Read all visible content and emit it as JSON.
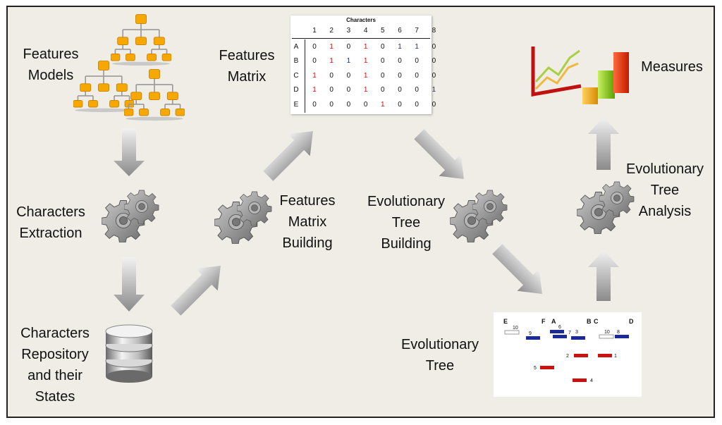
{
  "labels": {
    "features_models": "Features\nModels",
    "features_matrix": "Features\nMatrix",
    "measures": "Measures",
    "characters_extraction": "Characters\nExtraction",
    "features_matrix_building": "Features\nMatrix\nBuilding",
    "evolutionary_tree_building": "Evolutionary\nTree\nBuilding",
    "evolutionary_tree_analysis": "Evolutionary\nTree\nAnalysis",
    "characters_repository": "Characters\nRepository\nand their\nStates",
    "evolutionary_tree": "Evolutionary\nTree"
  },
  "matrix": {
    "title": "Characters",
    "columns": [
      "1",
      "2",
      "3",
      "4",
      "5",
      "6",
      "7",
      "8"
    ],
    "rows": [
      {
        "name": "A",
        "values": [
          "0",
          "1",
          "0",
          "1",
          "0",
          "1",
          "1",
          "0"
        ],
        "colors": [
          "k",
          "r",
          "k",
          "r",
          "k",
          "b",
          "b",
          "k"
        ]
      },
      {
        "name": "B",
        "values": [
          "0",
          "1",
          "1",
          "1",
          "0",
          "0",
          "0",
          "0"
        ],
        "colors": [
          "k",
          "r",
          "b",
          "r",
          "k",
          "k",
          "k",
          "k"
        ]
      },
      {
        "name": "C",
        "values": [
          "1",
          "0",
          "0",
          "1",
          "0",
          "0",
          "0",
          "0"
        ],
        "colors": [
          "r",
          "k",
          "k",
          "r",
          "k",
          "k",
          "k",
          "k"
        ]
      },
      {
        "name": "D",
        "values": [
          "1",
          "0",
          "0",
          "1",
          "0",
          "0",
          "0",
          "1"
        ],
        "colors": [
          "r",
          "k",
          "k",
          "r",
          "k",
          "k",
          "k",
          "b"
        ]
      },
      {
        "name": "E",
        "values": [
          "0",
          "0",
          "0",
          "0",
          "1",
          "0",
          "0",
          "0"
        ],
        "colors": [
          "k",
          "k",
          "k",
          "k",
          "r",
          "k",
          "k",
          "k"
        ]
      }
    ]
  },
  "tree": {
    "taxa": [
      "E",
      "F",
      "A",
      "B",
      "C",
      "D"
    ],
    "changes": [
      "10",
      "9",
      "6",
      "7",
      "3",
      "10",
      "8",
      "2",
      "1",
      "5",
      "4"
    ]
  },
  "colors": {
    "red": "#cc1111",
    "blue": "#1a2a99",
    "arrow_light": "#e6e6e6",
    "arrow_dark": "#8c8c8c",
    "gear": "#8a8a8a",
    "org_box": "#f6a800"
  }
}
